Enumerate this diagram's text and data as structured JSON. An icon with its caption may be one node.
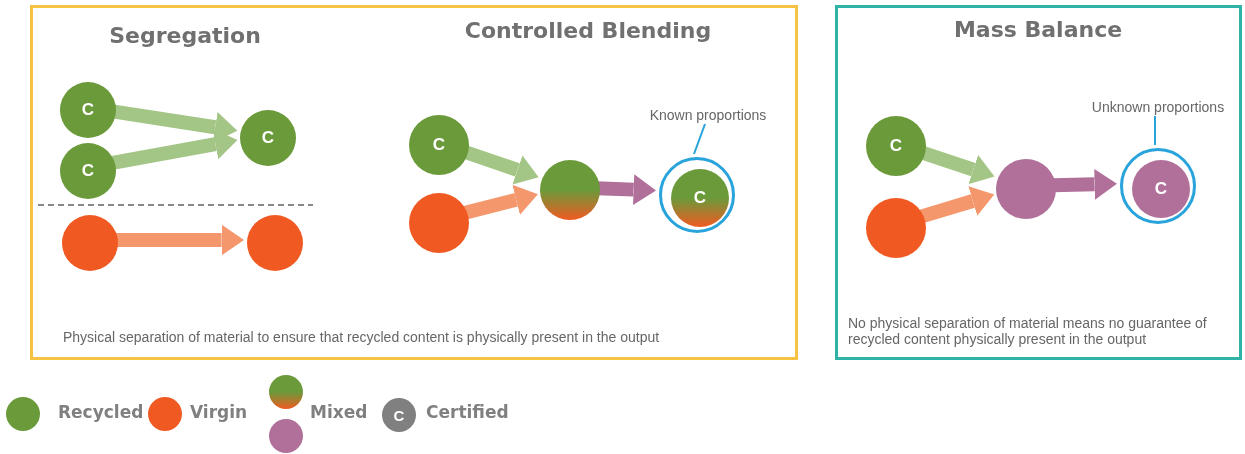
{
  "diagram": {
    "nodes": [
      {
        "text": [
          "Segregation",
          "Controlled Blending",
          "Physical separation of material to ensure that recycled content is physically present in the output"
        ]
      },
      {
        "text": [
          "Mass Balance",
          "No physical separation of material means no guarantee of recycled content physically present in the output"
        ]
      },
      {
        "text": [
          "C"
        ],
        "in": 0
      },
      {
        "text": [
          "C"
        ],
        "in": 0
      },
      {
        "text": [
          "C"
        ],
        "in": 0
      },
      {
        "text": [],
        "shape": "circle",
        "in": 0
      },
      {
        "text": [],
        "shape": "circle",
        "in": 0
      },
      {
        "text": [
          "C"
        ],
        "in": 0
      },
      {
        "text": [],
        "shape": "circle",
        "in": 0
      },
      {
        "text": [],
        "shape": "circle",
        "in": 0
      },
      {
        "text": [],
        "shape": "circle",
        "in": 0
      },
      {
        "text": [
          "C"
        ],
        "in": 10
      },
      {
        "text": [
          "Known proportions"
        ],
        "in": 0
      },
      {
        "text": [
          "C"
        ],
        "in": 1
      },
      {
        "text": [],
        "shape": "circle",
        "in": 1
      },
      {
        "text": [],
        "shape": "circle",
        "in": 1
      },
      {
        "text": [],
        "shape": "circle",
        "in": 1
      },
      {
        "text": [
          "C"
        ],
        "in": 16
      },
      {
        "text": [
          "Unknown proportions"
        ],
        "in": 1
      }
    ],
    "edges": [
      {
        "from": 2,
        "to": 4,
        "arrow": "to",
        "color": "#a3c585"
      },
      {
        "from": 3,
        "to": 4,
        "arrow": "to",
        "color": "#a3c585"
      },
      {
        "from": 5,
        "to": 6,
        "arrow": "to",
        "color": "#f4976c"
      },
      {
        "from": 7,
        "to": 9,
        "arrow": "to",
        "color": "#a3c585"
      },
      {
        "from": 8,
        "to": 9,
        "arrow": "to",
        "color": "#f4976c"
      },
      {
        "from": 9,
        "to": 10,
        "arrow": "to",
        "color": "#b0709a"
      },
      {
        "from": 12,
        "to": 10,
        "arrow": "none",
        "color": "#29a3dc"
      },
      {
        "from": 13,
        "to": 15,
        "arrow": "to",
        "color": "#a3c585"
      },
      {
        "from": 14,
        "to": 15,
        "arrow": "to",
        "color": "#f4976c"
      },
      {
        "from": 15,
        "to": 16,
        "arrow": "to",
        "color": "#b0709a"
      },
      {
        "from": 18,
        "to": 16,
        "arrow": "none",
        "color": "#29a3dc"
      }
    ],
    "labels": [
      "C"
    ],
    "legend": [
      {
        "text": "Recycled",
        "color": "#6a9a3a"
      },
      {
        "text": "Virgin",
        "color": "#f05a22"
      },
      {
        "text": "Mixed"
      },
      {
        "text": "Certified",
        "color": "#808080"
      }
    ]
  }
}
